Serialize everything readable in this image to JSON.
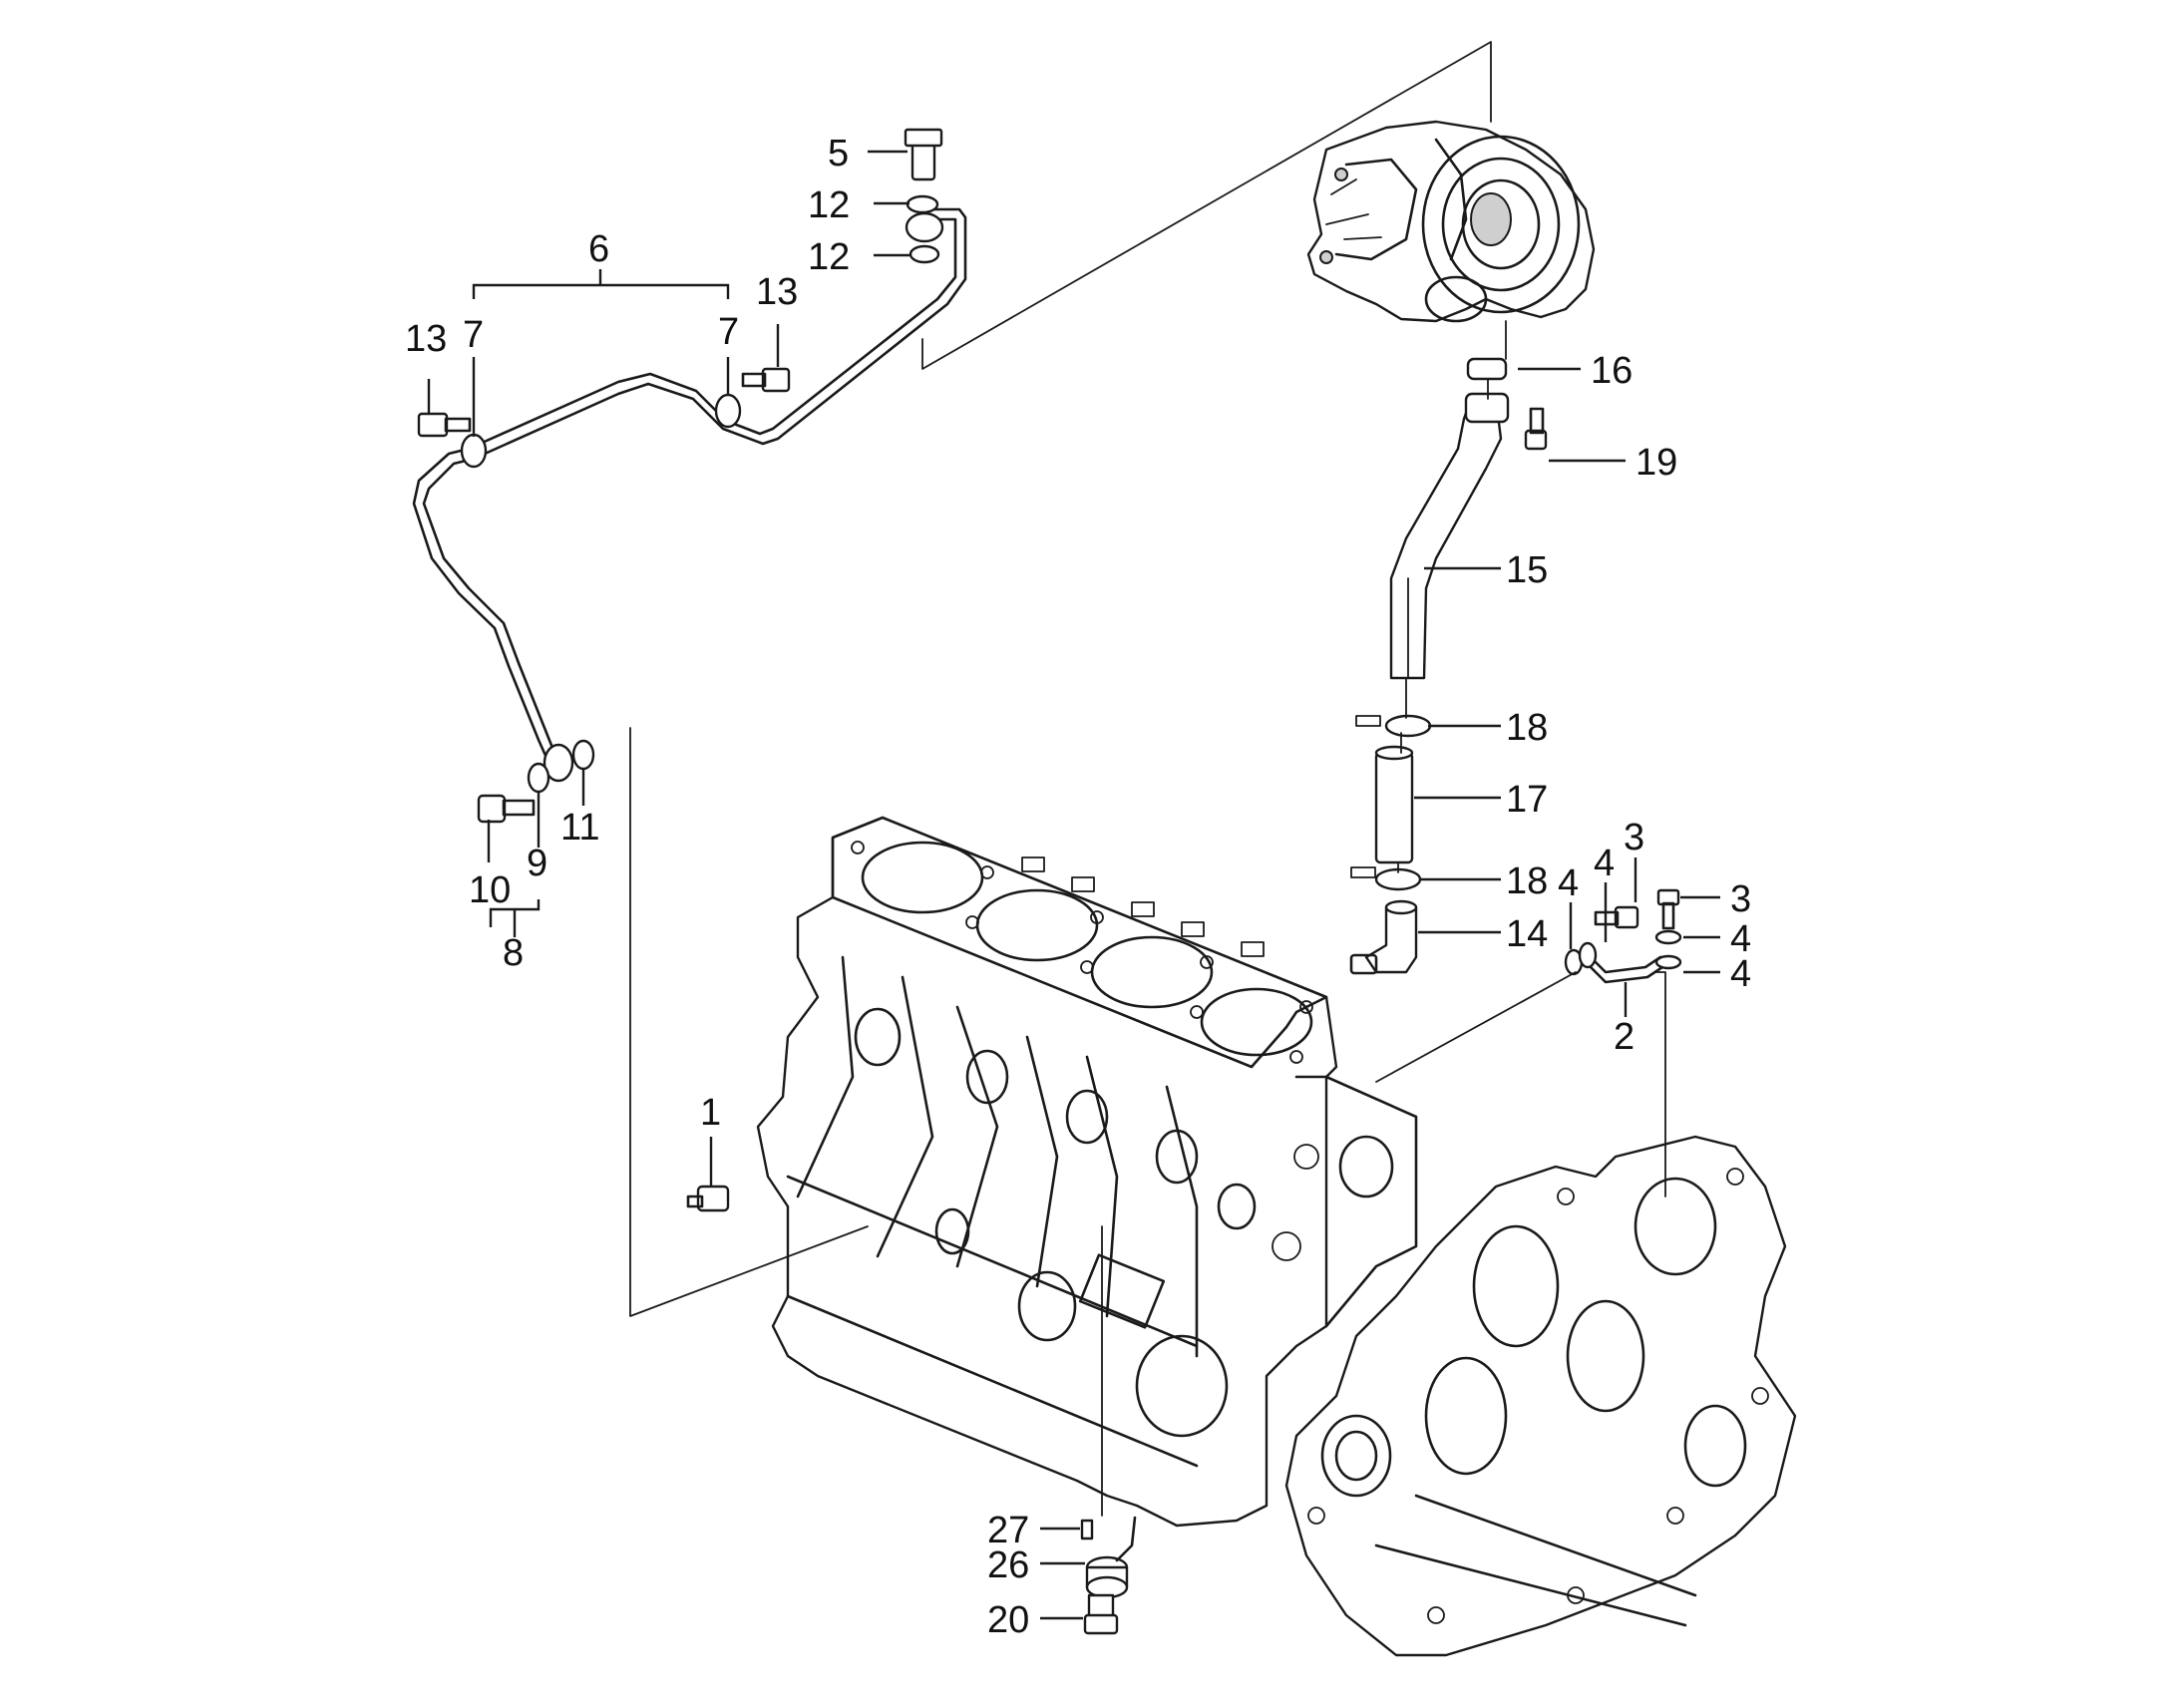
{
  "callouts": [
    {
      "id": "c1",
      "text": "1"
    },
    {
      "id": "c2",
      "text": "2"
    },
    {
      "id": "c3a",
      "text": "3"
    },
    {
      "id": "c3b",
      "text": "3"
    },
    {
      "id": "c4a",
      "text": "4"
    },
    {
      "id": "c4b",
      "text": "4"
    },
    {
      "id": "c4c",
      "text": "4"
    },
    {
      "id": "c4d",
      "text": "4"
    },
    {
      "id": "c5",
      "text": "5"
    },
    {
      "id": "c6",
      "text": "6"
    },
    {
      "id": "c7a",
      "text": "7"
    },
    {
      "id": "c7b",
      "text": "7"
    },
    {
      "id": "c8",
      "text": "8"
    },
    {
      "id": "c9",
      "text": "9"
    },
    {
      "id": "c10",
      "text": "10"
    },
    {
      "id": "c11",
      "text": "11"
    },
    {
      "id": "c12a",
      "text": "12"
    },
    {
      "id": "c12b",
      "text": "12"
    },
    {
      "id": "c13a",
      "text": "13"
    },
    {
      "id": "c13b",
      "text": "13"
    },
    {
      "id": "c14",
      "text": "14"
    },
    {
      "id": "c15",
      "text": "15"
    },
    {
      "id": "c16",
      "text": "16"
    },
    {
      "id": "c17",
      "text": "17"
    },
    {
      "id": "c18a",
      "text": "18"
    },
    {
      "id": "c18b",
      "text": "18"
    },
    {
      "id": "c19",
      "text": "19"
    },
    {
      "id": "c20",
      "text": "20"
    },
    {
      "id": "c26",
      "text": "26"
    },
    {
      "id": "c27",
      "text": "27"
    }
  ]
}
